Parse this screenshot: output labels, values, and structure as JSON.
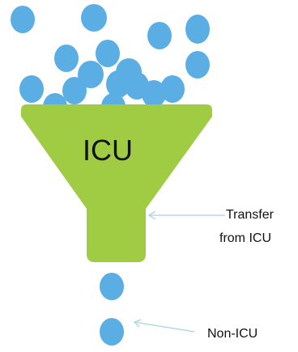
{
  "diagram": {
    "funnel_label": "ICU",
    "transfer_label_line1": "Transfer",
    "transfer_label_line2": "from ICU",
    "exit_label": "Non-ICU",
    "colors": {
      "funnel": "#a0cc44",
      "dot": "#5aaee4",
      "arrow": "#a7d3dc",
      "text": "#111111"
    }
  }
}
